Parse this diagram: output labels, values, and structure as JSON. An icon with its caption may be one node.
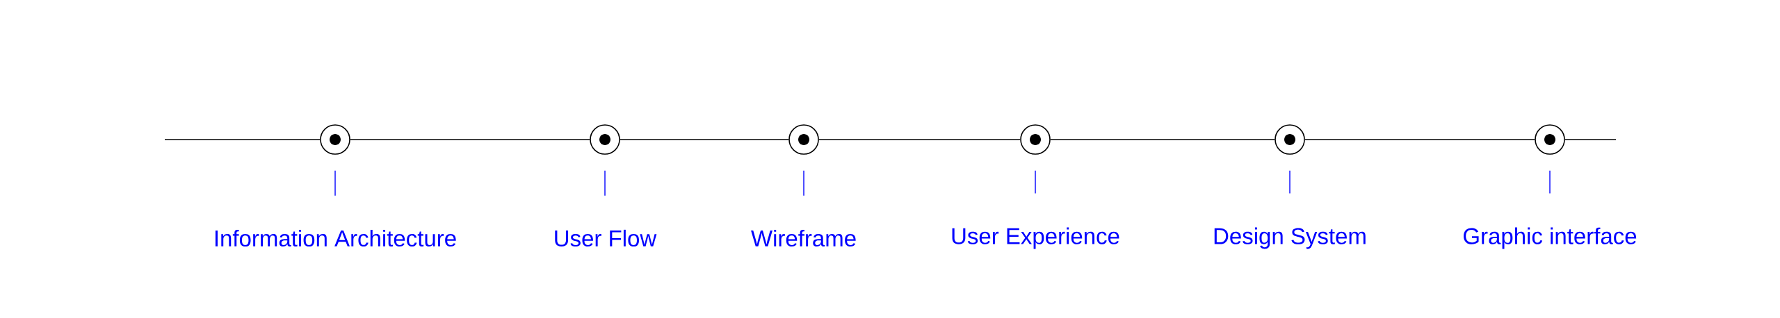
{
  "diagram": {
    "nodes": [
      {
        "text": [],
        "shape": "circle"
      },
      {
        "text": [],
        "shape": "circle"
      },
      {
        "text": [],
        "shape": "circle"
      },
      {
        "text": [],
        "shape": "circle"
      },
      {
        "text": [],
        "shape": "circle"
      },
      {
        "text": [],
        "shape": "circle"
      },
      {
        "text": [
          "Information Architecture"
        ]
      },
      {
        "text": [
          "User Flow"
        ]
      },
      {
        "text": [
          "Wireframe"
        ]
      },
      {
        "text": [
          "User Experience"
        ]
      },
      {
        "text": [
          "Design System"
        ]
      },
      {
        "text": [
          "Graphic interface"
        ]
      }
    ],
    "edges": [
      {
        "from": null,
        "to": 0,
        "arrow": "none"
      },
      {
        "from": 0,
        "to": 1,
        "arrow": "none"
      },
      {
        "from": 1,
        "to": 2,
        "arrow": "none"
      },
      {
        "from": 2,
        "to": 3,
        "arrow": "none"
      },
      {
        "from": 3,
        "to": 4,
        "arrow": "none"
      },
      {
        "from": 4,
        "to": 5,
        "arrow": "none"
      },
      {
        "from": 5,
        "to": null,
        "arrow": "none"
      },
      {
        "from": 0,
        "to": 6,
        "arrow": "none",
        "color": "#0000ff"
      },
      {
        "from": 1,
        "to": 7,
        "arrow": "none",
        "color": "#0000ff"
      },
      {
        "from": 2,
        "to": 8,
        "arrow": "none",
        "color": "#0000ff"
      },
      {
        "from": 3,
        "to": 9,
        "arrow": "none",
        "color": "#0000ff"
      },
      {
        "from": 4,
        "to": 10,
        "arrow": "none",
        "color": "#0000ff"
      },
      {
        "from": 5,
        "to": 11,
        "arrow": "none",
        "color": "#0000ff"
      }
    ]
  }
}
